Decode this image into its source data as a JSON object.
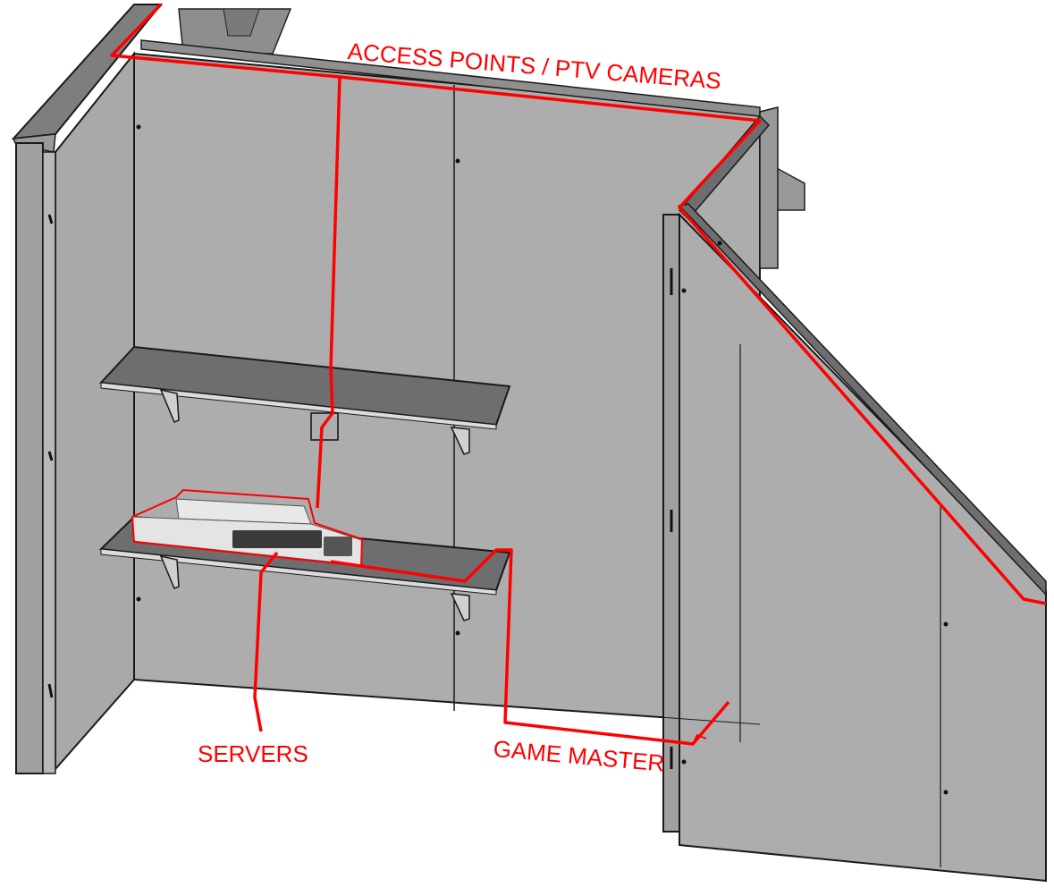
{
  "labels": {
    "access_points": "ACCESS POINTS / PTV CAMERAS",
    "servers": "SERVERS",
    "game_master": "GAME MASTER"
  },
  "colors": {
    "cable": "#ff0000",
    "wall": "#adadad",
    "wall_dark": "#8f8f8f",
    "shelf": "#6e6e70",
    "outline": "#1a1a1a",
    "device": "#e4e4e4"
  }
}
